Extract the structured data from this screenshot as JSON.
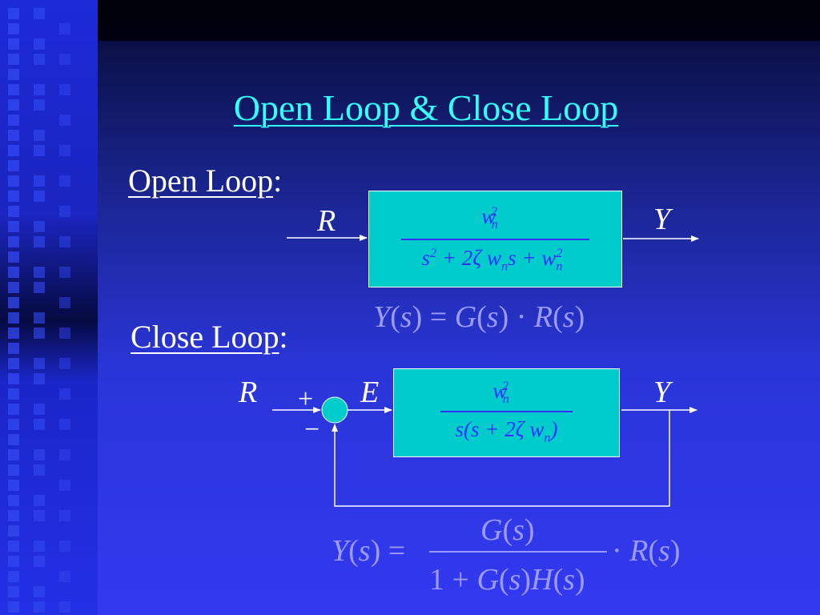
{
  "slide": {
    "title": "Open Loop & Close Loop"
  },
  "open_loop": {
    "label": "Open Loop",
    "colon": ":",
    "input_symbol": "R",
    "output_symbol": "Y",
    "transfer_function": {
      "numerator": "w_n^2",
      "denominator": "s^2 + 2ζ w_n s + w_n^2"
    },
    "equation": "Y(s) = G(s) · R(s)"
  },
  "close_loop": {
    "label": "Close Loop",
    "colon": ":",
    "input_symbol": "R",
    "error_symbol": "E",
    "output_symbol": "Y",
    "plus_sign": "+",
    "minus_sign": "−",
    "transfer_function": {
      "numerator": "w_n^2",
      "denominator": "s(s + 2ζ w_n)"
    },
    "equation": {
      "lhs": "Y(s) =",
      "numerator": "G(s)",
      "denominator": "1 + G(s)H(s)",
      "rhs": "· R(s)"
    }
  },
  "colors": {
    "title": "#33ffff",
    "block_fill": "#00cccc",
    "formula_text": "#3030ff",
    "equation_text": "#9a9aff",
    "summing_junction": "#00cccc"
  }
}
